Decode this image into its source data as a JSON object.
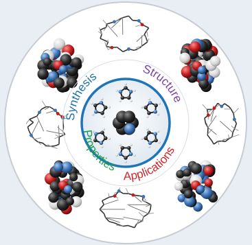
{
  "labels": {
    "synthesis": "Synthesis",
    "structure": "Structure",
    "properties": "Properties",
    "applications": "Applications"
  },
  "colors": {
    "background": "#e8eef4",
    "outer_disc": "#ffffff",
    "outer_ring": "#c7ccd2",
    "inner_ring": "#1f74b8",
    "synthesis": "#1a6fb0",
    "structure": "#7b3fa6",
    "properties": "#1f9a52",
    "applications": "#d2262e",
    "carbon": "#2a2a2a",
    "nitrogen": "#3b72b5",
    "oxygen": "#c21d1d",
    "hydrogen": "#e6e6e6"
  },
  "molecules": [
    {
      "name": "top-wireframe-macrocycle",
      "style": "wireframe"
    },
    {
      "name": "upper-right-spacefill",
      "style": "spacefill"
    },
    {
      "name": "right-wireframe-cage",
      "style": "wireframe"
    },
    {
      "name": "lower-right-spacefill-cage",
      "style": "spacefill"
    },
    {
      "name": "bottom-wireframe-stack",
      "style": "wireframe"
    },
    {
      "name": "lower-left-spacefill-capsule",
      "style": "spacefill"
    },
    {
      "name": "left-wireframe-macrocycle",
      "style": "wireframe"
    },
    {
      "name": "upper-left-spacefill",
      "style": "spacefill"
    }
  ]
}
